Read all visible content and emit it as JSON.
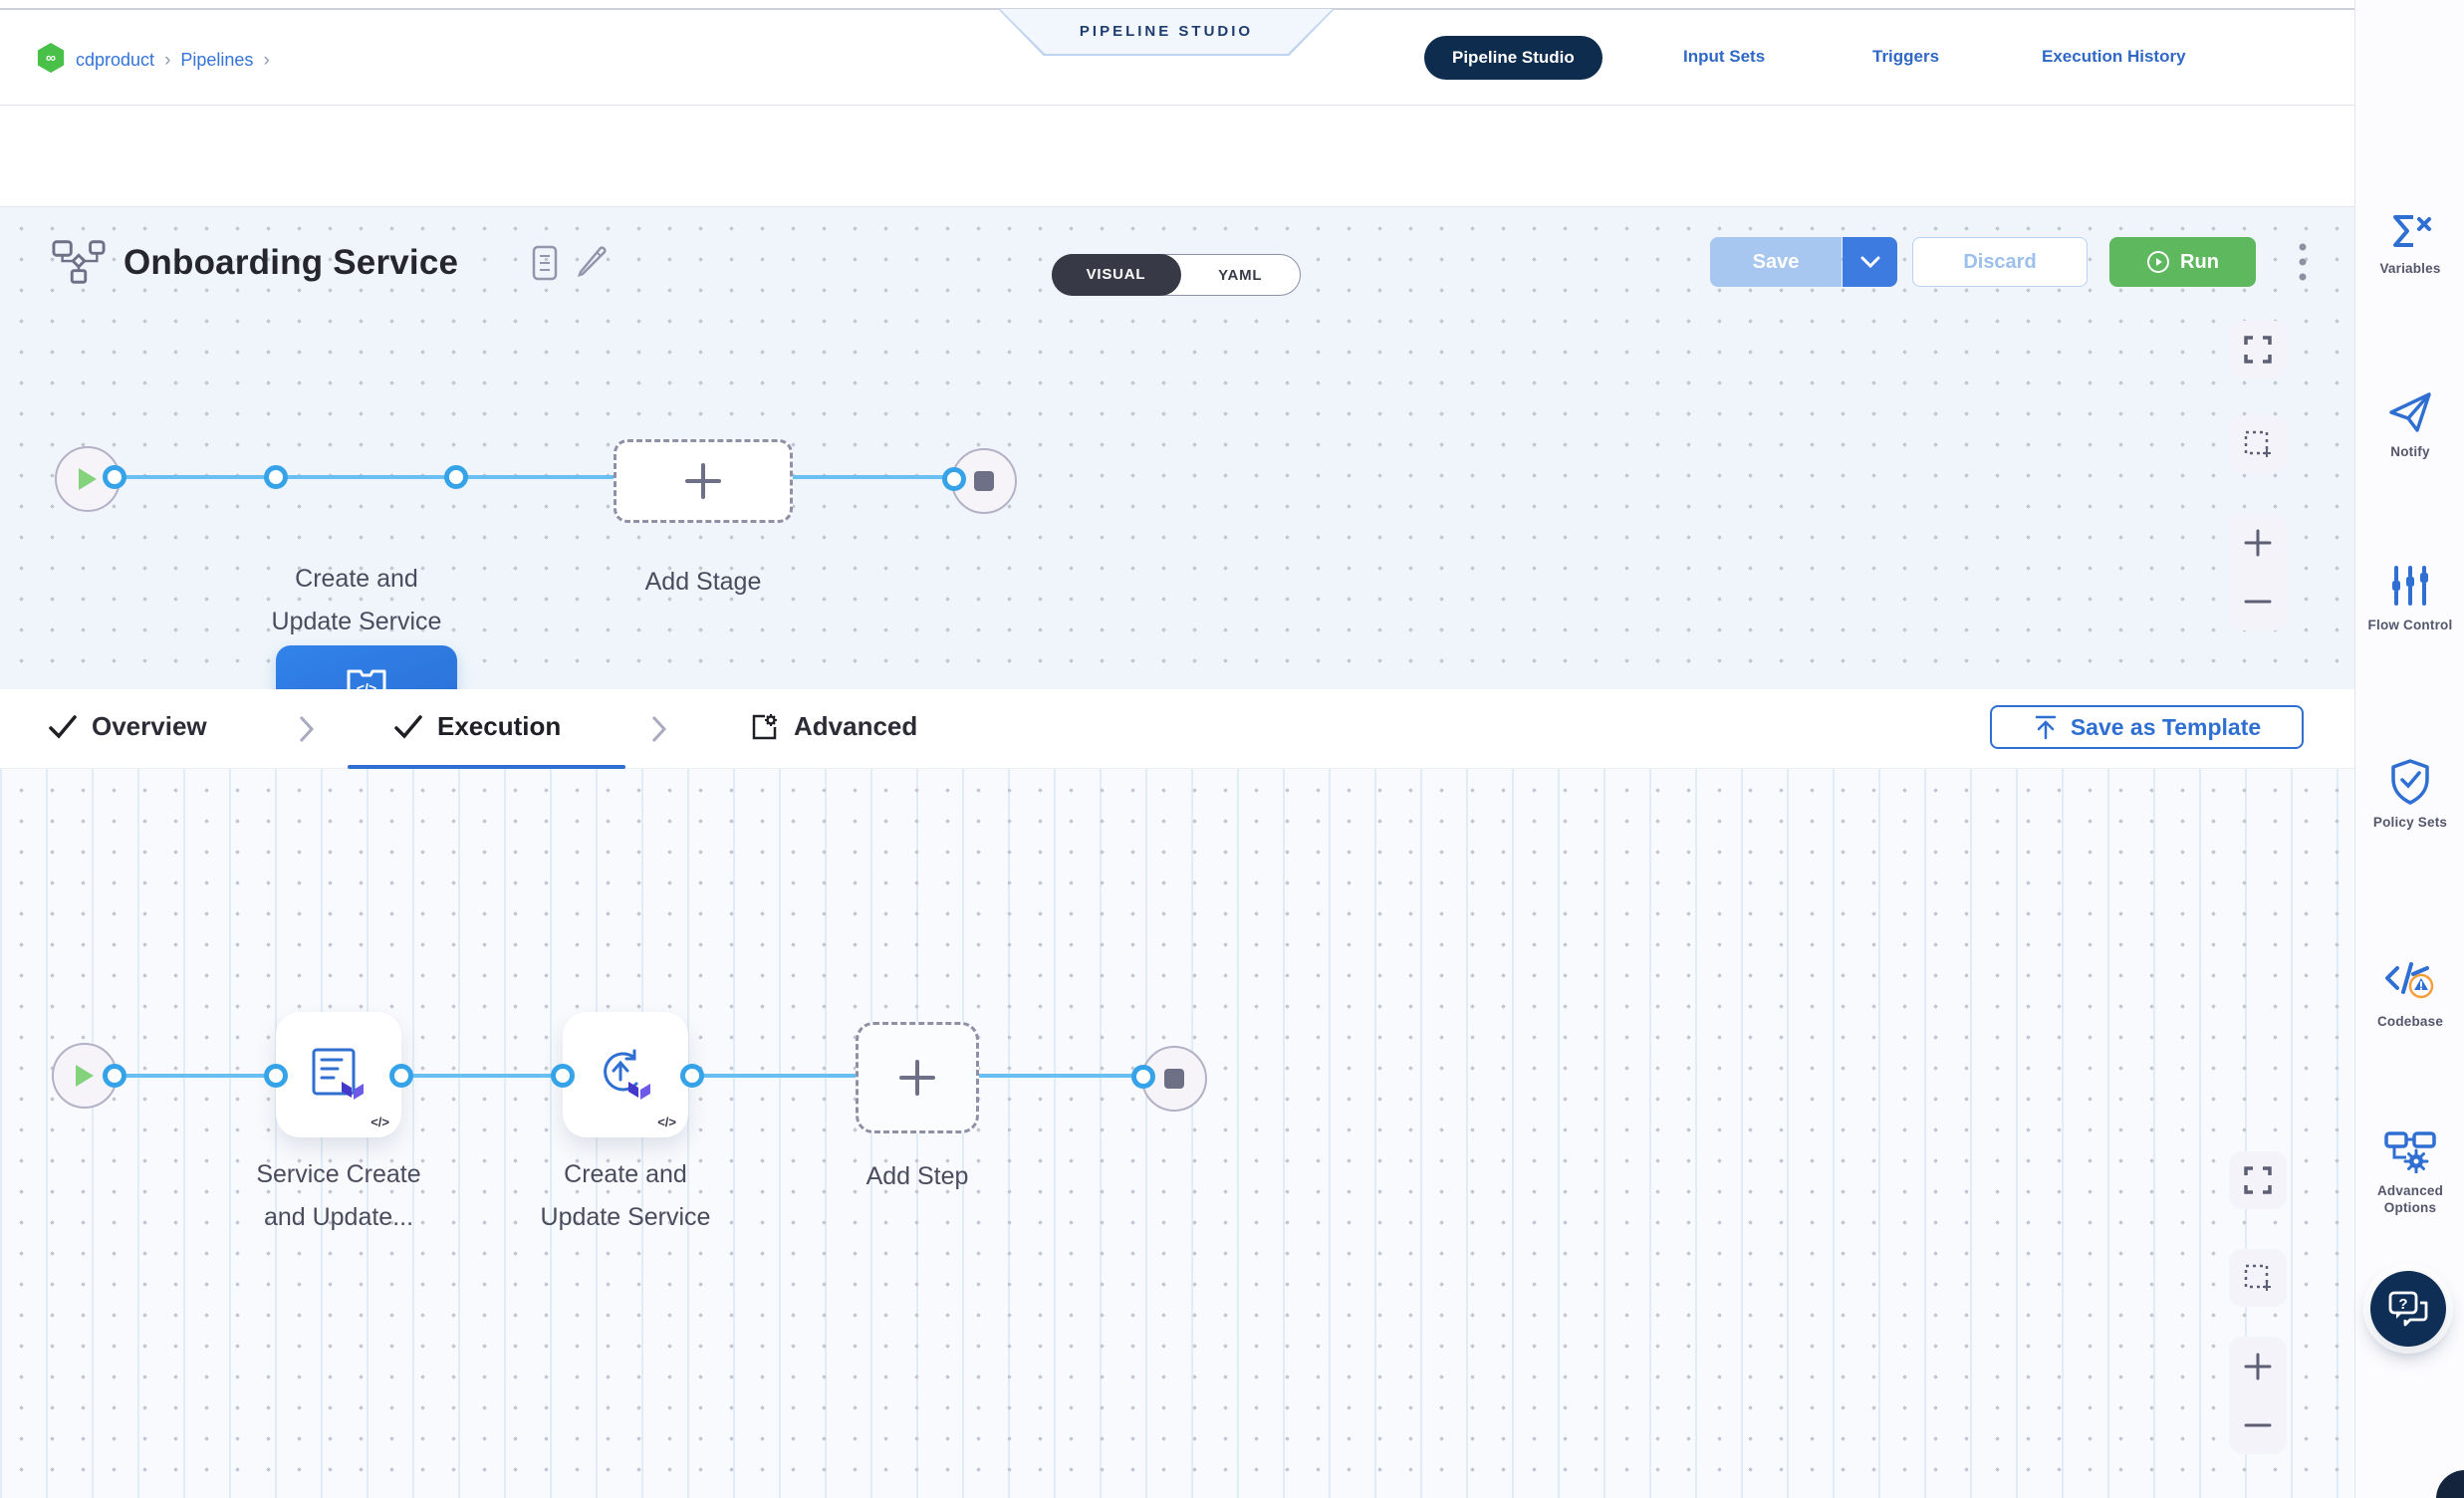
{
  "header": {
    "breadcrumb": {
      "project": "cdproduct",
      "section": "Pipelines",
      "separator": "›"
    },
    "banner": "PIPELINE STUDIO",
    "tabs": [
      {
        "label": "Pipeline Studio",
        "active": true
      },
      {
        "label": "Input Sets",
        "active": false
      },
      {
        "label": "Triggers",
        "active": false
      },
      {
        "label": "Execution History",
        "active": false
      }
    ]
  },
  "toolbar": {
    "title": "Onboarding Service",
    "view_toggle": {
      "visual": "VISUAL",
      "yaml": "YAML",
      "selected": "VISUAL"
    },
    "save_label": "Save",
    "discard_label": "Discard",
    "run_label": "Run"
  },
  "stage_canvas": {
    "stage_name_line1": "Create and",
    "stage_name_line2": "Update Service",
    "add_stage_label": "Add Stage",
    "code_badge": "</>"
  },
  "config_tabs": {
    "overview": "Overview",
    "execution": "Execution",
    "advanced": "Advanced",
    "save_as_template": "Save as Template"
  },
  "step_canvas": {
    "step1_name_line1": "Service Create",
    "step1_name_line2": "and Update...",
    "step2_name_line1": "Create and",
    "step2_name_line2": "Update Service",
    "add_step_label": "Add Step",
    "code_badge": "</>"
  },
  "sidebar": {
    "items": [
      {
        "label": "Variables",
        "icon": "sigma-x-icon"
      },
      {
        "label": "Notify",
        "icon": "paper-plane-icon"
      },
      {
        "label": "Flow Control",
        "icon": "sliders-icon"
      },
      {
        "label": "Policy Sets",
        "icon": "shield-check-icon"
      },
      {
        "label": "Codebase",
        "icon": "code-warning-icon"
      },
      {
        "label": "Advanced Options",
        "icon": "flowchart-gear-icon"
      }
    ]
  },
  "colors": {
    "accent_blue": "#2f6fd2",
    "navy_pill": "#0e2c4e",
    "run_green": "#5eb85e",
    "save_disabled_blue": "#a7c7f0",
    "save_caret_blue": "#3d7be0",
    "connector_blue": "#69c0f0",
    "node_blue": "#2d79e2",
    "module_green": "#49c149"
  }
}
